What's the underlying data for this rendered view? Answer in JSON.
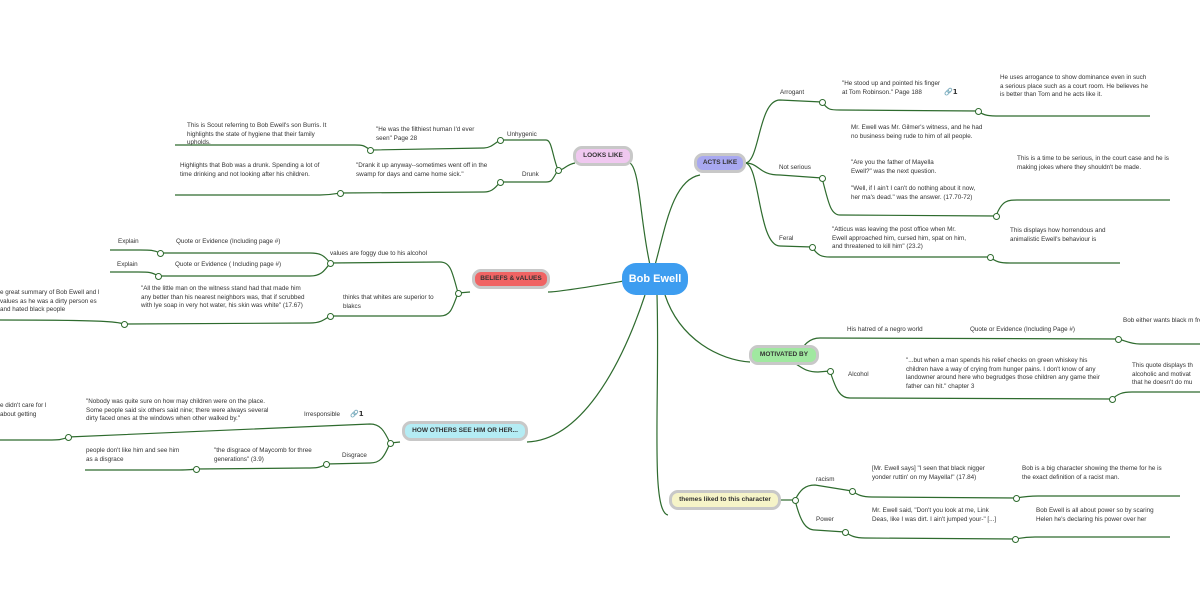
{
  "colors": {
    "branch": "#2e6b2e",
    "root_fill": "#3d9df0",
    "acts_like": "#a8a8f0",
    "looks_like": "#f0c8f0",
    "beliefs": "#f06464",
    "motivated_by": "#a0e8a0",
    "others_see": "#b4ecf4",
    "themes": "#f6f4c8"
  },
  "root": {
    "title": "Bob Ewell"
  },
  "acts_like": {
    "label": "ACTS LIKE",
    "arrogant": {
      "label": "Arrogant",
      "quote": "\"He stood up and pointed his finger at Tom Robinson.\" Page 188",
      "link_icon": "link-icon",
      "link_count": "1",
      "explain": "He uses arrogance to show dominance even in such a serious place such as a court room. He believes he is better than Tom and he acts like it."
    },
    "not_serious": {
      "label": "Not serious",
      "quote1": "Mr. Ewell was Mr. Gilmer's witness, and he had no business being rude to him of all people.",
      "quote2": "\"Are you the father of Mayella Ewell?\" was the next question.",
      "quote3": "\"Well, if I ain't I can't do nothing about it now, her ma's dead.\" was the answer. (17.70-72)",
      "explain": "This is a time to be serious, in the court case and he is making jokes where they shouldn't be made."
    },
    "feral": {
      "label": "Feral",
      "quote": "\"Atticus was leaving the post office when Mr. Ewell approached him, cursed him, spat on him, and threatened to kill him\" (23.2)",
      "explain": "This displays how horrendous and animalistic Ewell's behaviour is"
    }
  },
  "looks_like": {
    "label": "LOOKS LIKE",
    "unhygenic": {
      "label": "Unhygenic",
      "quote": "\"He was the filthiest human I'd ever seen\" Page 28",
      "explain": "This is Scout referring to Bob Ewell's son Burris. It highlights the state of hygiene that their family upholds."
    },
    "drunk": {
      "label": "Drunk",
      "quote": "\"Drank it up anyway--sometimes went off in the swamp for days and came home sick.\"",
      "explain": "Highlights that Bob was a drunk. Spending a lot of time drinking and not looking after his children."
    }
  },
  "beliefs": {
    "label": "BELIEFS & vALUES",
    "foggy": {
      "label": "values are foggy due to his alcohol",
      "quote1": "Quote or Evidence (Including page #)",
      "explain1": "Explain",
      "quote2": "Quote or Evidence ( Including page #)",
      "explain2": "Explain"
    },
    "superior": {
      "label": "thinks that whites are superior to blakcs",
      "quote": "\"All the little man on the witness stand had that made him any better than his nearest neighbors was, that if scrubbed with lye soap in very hot water, his skin was white\" (17.67)",
      "explain": "e great summary of Bob Ewell and l values as he was a dirty person es and hated black people"
    }
  },
  "motivated_by": {
    "label": "MOTIVATED BY",
    "hatred": {
      "label": "His hatred of a negro world",
      "quote": "Quote or Evidence (Including Page #)",
      "explain": "Bob either wants black m from this earth and does TOm Robinson."
    },
    "alcohol": {
      "label": "Alcohol",
      "quote": "\"...but when a man spends his relief checks on green whiskey his children have a way of crying from hunger pains. I don't know of any landowner around here who begrudges those children any game their father can hit.\" chapter 3",
      "explain": "This quote displays th alcoholic and motivat that he doesn't do mu"
    }
  },
  "others_see": {
    "label": "HOW OTHERS SEE HIM OR HER...",
    "irresponsible": {
      "label": "Irresponsible",
      "link_icon": "link-icon",
      "link_count": "1",
      "quote": "\"Nobody was quite sure on how may children were on the place. Some people said six others said nine; there were always several dirty faced ones at the windows when other walked by.\"",
      "explain": "e didn't care for l about getting"
    },
    "disgrace": {
      "label": "Disgrace",
      "quote": "\"the disgrace of Maycomb for three generations\" (3.9)",
      "explain": "people don't like him and see him as a disgrace"
    }
  },
  "themes": {
    "label": "themes liked to this character",
    "racism": {
      "label": "racism",
      "quote": "[Mr. Ewell says] \"I seen that black nigger yonder ruttin' on my Mayella!\" (17.84)",
      "explain": "Bob is a big character showing the theme for he is the exact definition of a racist man."
    },
    "power": {
      "label": "Power",
      "quote": "Mr. Ewell said, \"Don't you look at me, Link Deas, like I was dirt. I ain't jumped your-\" [...]",
      "explain": "Bob Ewell is all about power so by scaring Helen he's declaring his power over her"
    }
  }
}
